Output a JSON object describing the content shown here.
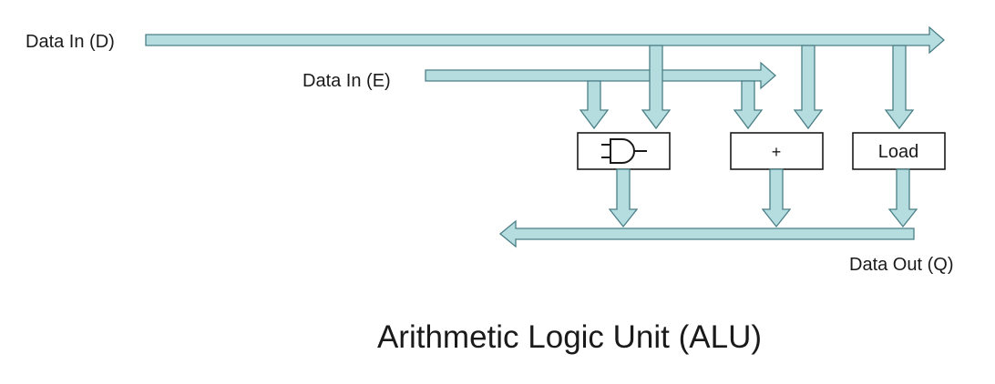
{
  "inputs": {
    "d_label": "Data In (D)",
    "e_label": "Data In (E)"
  },
  "units": {
    "and_gate_icon": "and-gate-icon",
    "add_label": "+",
    "load_label": "Load"
  },
  "output": {
    "q_label": "Data Out (Q)"
  },
  "title": "Arithmetic Logic Unit (ALU)",
  "colors": {
    "bus_fill": "#b5dde0",
    "bus_stroke": "#4a7f86"
  }
}
